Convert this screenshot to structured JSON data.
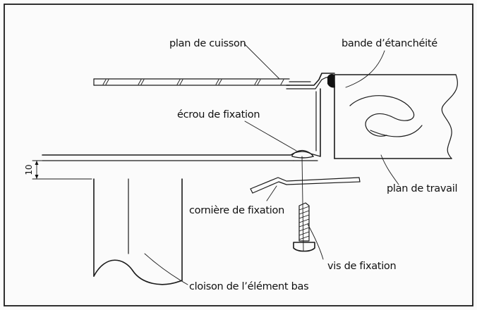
{
  "labels": {
    "plan_de_cuisson": "plan de cuisson",
    "bande_etancheite": "bande d’étanchéité",
    "ecrou_fixation": "écrou de fixation",
    "plan_travail": "plan de travail",
    "corniere_fixation": "cornière de fixation",
    "vis_fixation": "vis de fixation",
    "cloison": "cloison de l’élément bas",
    "dimension": "10"
  }
}
